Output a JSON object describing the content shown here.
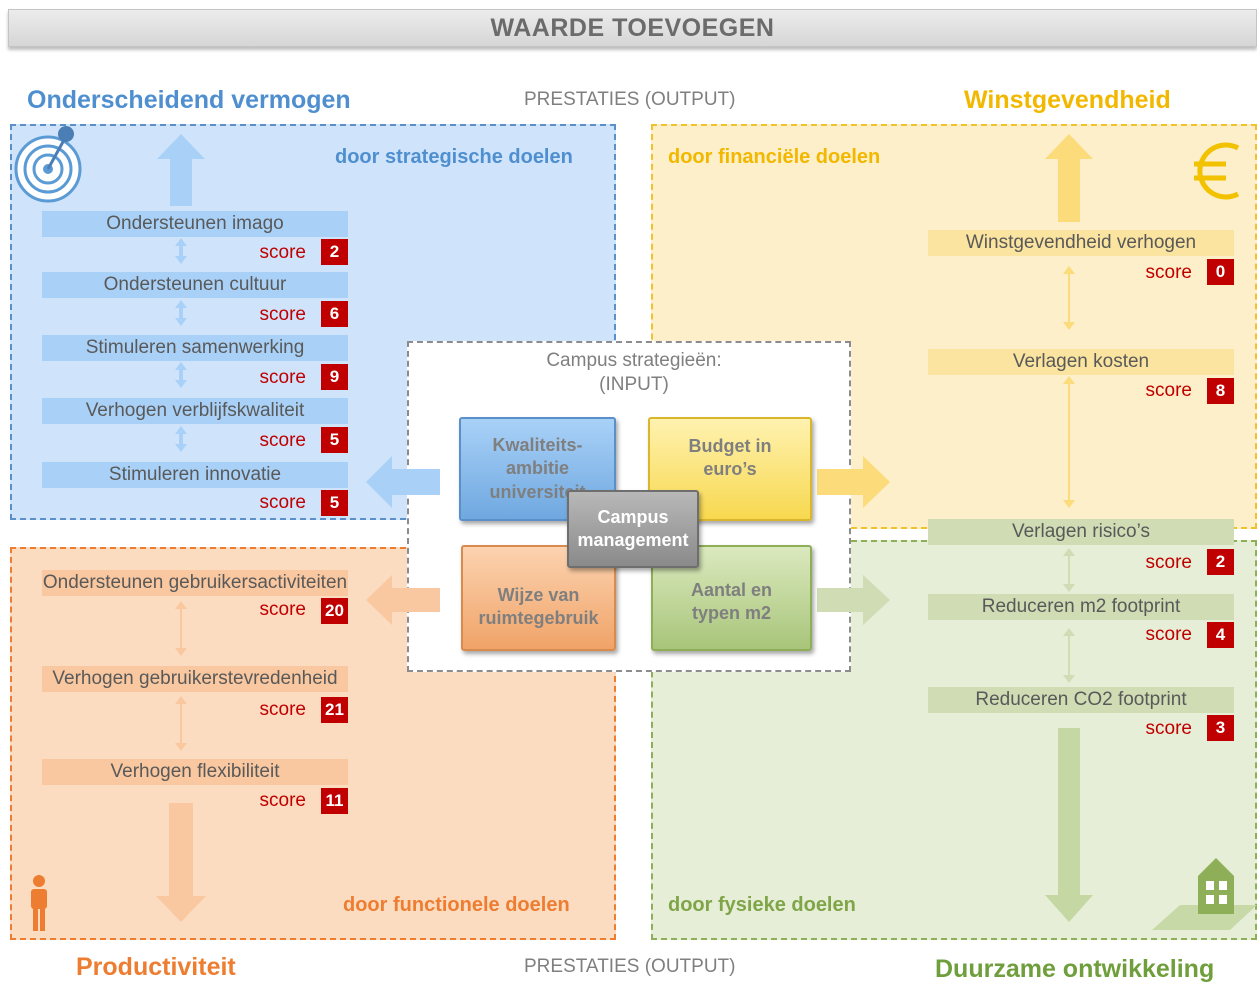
{
  "header": {
    "title": "WAARDE TOEVOEGEN"
  },
  "corners": {
    "top_left": "Onderscheidend vermogen",
    "top_right": "Winstgevendheid",
    "bottom_left": "Productiviteit",
    "bottom_right": "Duurzame ontwikkeling"
  },
  "output_top": "PRESTATIES (OUTPUT)",
  "output_bottom": "PRESTATIES (OUTPUT)",
  "quadrants": {
    "strategic": {
      "label": "door strategische doelen",
      "color": "#5b8fc7",
      "objectives": [
        {
          "label": "Ondersteunen imago",
          "score_label": "score",
          "score": "2"
        },
        {
          "label": "Ondersteunen cultuur",
          "score_label": "score",
          "score": "6"
        },
        {
          "label": "Stimuleren samenwerking",
          "score_label": "score",
          "score": "9"
        },
        {
          "label": "Verhogen verblijfskwaliteit",
          "score_label": "score",
          "score": "5"
        },
        {
          "label": "Stimuleren innovatie",
          "score_label": "score",
          "score": "5"
        }
      ]
    },
    "financial": {
      "label": "door financiële doelen",
      "color": "#f2c12e",
      "objectives": [
        {
          "label": "Winstgevendheid verhogen",
          "score_label": "score",
          "score": "0"
        },
        {
          "label": "Verlagen kosten",
          "score_label": "score",
          "score": "8"
        }
      ]
    },
    "functional": {
      "label": "door functionele doelen",
      "color": "#ed7d31",
      "objectives": [
        {
          "label": "Ondersteunen gebruikersactiviteiten",
          "score_label": "score",
          "score": "20"
        },
        {
          "label": "Verhogen gebruikerstevredenheid",
          "score_label": "score",
          "score": "21"
        },
        {
          "label": "Verhogen flexibiliteit",
          "score_label": "score",
          "score": "11"
        }
      ]
    },
    "physical": {
      "label": "door fysieke doelen",
      "color": "#8fae58",
      "objectives": [
        {
          "label": "Verlagen risico’s",
          "score_label": "score",
          "score": "2"
        },
        {
          "label": "Reduceren m2 footprint",
          "score_label": "score",
          "score": "4"
        },
        {
          "label": "Reduceren CO2 footprint",
          "score_label": "score",
          "score": "3"
        }
      ]
    }
  },
  "center": {
    "title_line1": "Campus strategieën:",
    "title_line2": "(INPUT)",
    "tiles": {
      "quality": "Kwaliteits-ambitie universiteit",
      "budget": "Budget in euro’s",
      "space_use": "Wijze van ruimtegebruik",
      "amount": "Aantal en typen m2",
      "management": "Campus management"
    }
  },
  "icons": {
    "target": "target-icon",
    "euro": "euro-icon",
    "person": "person-icon",
    "building": "building-icon"
  }
}
